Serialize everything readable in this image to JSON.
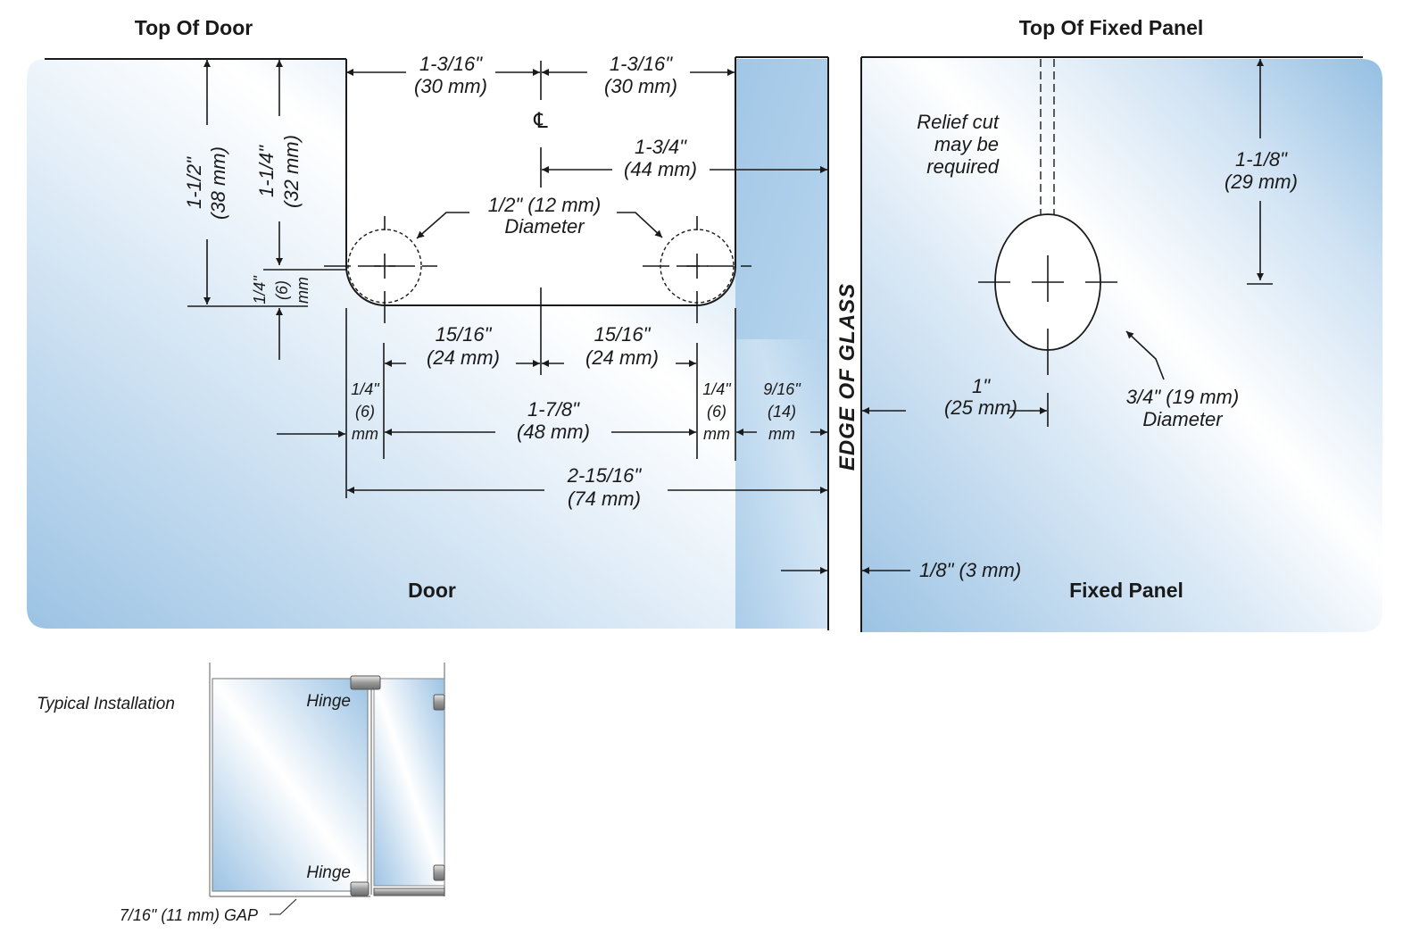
{
  "titles": {
    "top_of_door": "Top Of Door",
    "top_of_fixed_panel": "Top Of Fixed Panel",
    "door": "Door",
    "fixed_panel": "Fixed Panel",
    "edge_of_glass": "EDGE OF GLASS",
    "centerline_symbol": "℄"
  },
  "colors": {
    "glass_light": "#ffffff",
    "glass_blue": "#9cc3e4",
    "glass_mid": "#cfe2f3",
    "line": "#1a1a1a",
    "hardware": "#8c8c8c"
  },
  "door_dimensions": {
    "left_offset_top": {
      "in": "1-3/16\"",
      "mm": "(30 mm)"
    },
    "right_offset_top": {
      "in": "1-3/16\"",
      "mm": "(30 mm)"
    },
    "cl_to_edge": {
      "in": "1-3/4\"",
      "mm": "(44 mm)"
    },
    "top_to_hole_bottom": {
      "in": "1-1/2\"",
      "mm": "(38 mm)"
    },
    "top_to_hole_center": {
      "in": "1-1/4\"",
      "mm": "(32 mm)"
    },
    "hole_radius_vertical": {
      "in": "1/4\"",
      "mm": "(6)",
      "unit": "mm"
    },
    "hole_diameter": {
      "in": "1/2\" (12 mm)",
      "label": "Diameter"
    },
    "left_hole_to_cl": {
      "in": "15/16\"",
      "mm": "(24 mm)"
    },
    "cl_to_right_hole": {
      "in": "15/16\"",
      "mm": "(24 mm)"
    },
    "left_edge_to_hole": {
      "in": "1/4\"",
      "mm": "(6)",
      "unit": "mm"
    },
    "hole_to_hole": {
      "in": "1-7/8\"",
      "mm": "(48 mm)"
    },
    "right_hole_to_notch": {
      "in": "1/4\"",
      "mm": "(6)",
      "unit": "mm"
    },
    "notch_to_edge": {
      "in": "9/16\"",
      "mm": "(14)",
      "unit": "mm"
    },
    "cutout_to_edge": {
      "in": "2-15/16\"",
      "mm": "(74 mm)"
    },
    "gap": "1/8\" (3 mm)"
  },
  "panel_dimensions": {
    "relief_cut": [
      "Relief cut",
      "may be",
      "required"
    ],
    "top_to_hole_center": {
      "in": "1-1/8\"",
      "mm": "(29 mm)"
    },
    "edge_to_hole_center": {
      "in": "1\"",
      "mm": "(25 mm)"
    },
    "hole_diameter": {
      "in": "3/4\" (19 mm)",
      "label": "Diameter"
    }
  },
  "installation": {
    "title": "Typical Installation",
    "hinge_top": "Hinge",
    "hinge_bottom": "Hinge",
    "gap": "7/16\" (11 mm) GAP"
  }
}
